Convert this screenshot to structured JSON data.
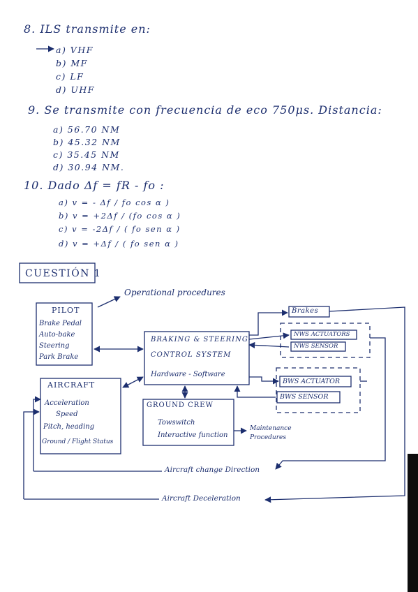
{
  "q8": {
    "question": "8. ILS transmite en:",
    "options": [
      "a) VHF",
      "b) MF",
      "c) LF",
      "d) UHF"
    ],
    "marker": "arrow-pointing-answer-a"
  },
  "q9": {
    "question": "9. Se transmite con frecuencia de eco 750μs. Distancia:",
    "options": [
      "a) 56.70 NM",
      "b) 45.32 NM",
      "c) 35.45 NM",
      "d) 30.94 NM."
    ]
  },
  "q10": {
    "question": "10. Dado Δf = fR - fo :",
    "options": [
      "a) v = - Δf / fo cos α )",
      "b) v = +2Δf / (fo cos α )",
      "c) v = -2Δf / ( fo sen α )",
      "d) v = +Δf / ( fo sen α )"
    ]
  },
  "section": {
    "title": "CUESTIÓN 1"
  },
  "diagram": {
    "pilot": {
      "title": "PILOT",
      "lines": [
        "Brake Pedal",
        "Auto-bake",
        "Steering",
        "Park Brake"
      ]
    },
    "operational": "Operational procedures",
    "aircraft": {
      "title": "AIRCRAFT",
      "lines": [
        "Acceleration",
        "Speed",
        "Pitch, heading",
        "Ground / Flight Status"
      ]
    },
    "bscs": {
      "line1": "BRAKING & STEERING",
      "line2": "CONTROL SYSTEM",
      "line3": "Hardware - Software"
    },
    "ground": {
      "title": "GROUND CREW",
      "lines": [
        "Towswitch",
        "Interactive function"
      ]
    },
    "maintenance": [
      "Maintenance",
      "Procedures"
    ],
    "brakes": "Brakes",
    "nws_actuators": "NWS ACTUATORS",
    "nws_sensor": "NWS SENSOR",
    "bws_actuator": "BWS ACTUATOR",
    "bws_sensor": "BWS SENSOR",
    "direction": "Aircraft change Direction",
    "deceleration": "Aircraft Deceleration"
  }
}
